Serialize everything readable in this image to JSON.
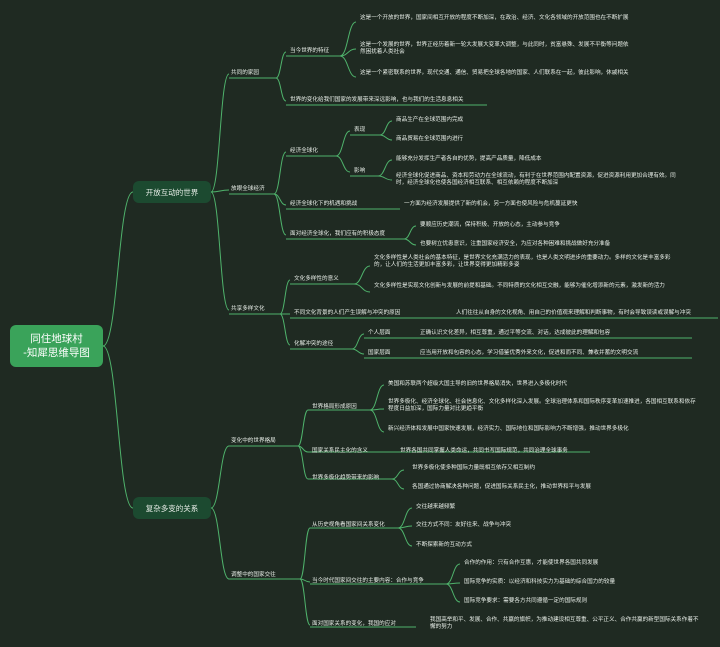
{
  "root": {
    "line1": "同住地球村",
    "line2": "-知犀思维导图"
  },
  "b1": {
    "label": "开放互动的世界",
    "s1": {
      "label": "共同的家园",
      "c1": {
        "label": "当今世界的特征",
        "items": [
          "这是一个开放的世界，国家间相互开放的程度不断加深，在政治、经济、文化各领域的开放范围也在不断扩展",
          "这是一个发展的世界，世界正经历着新一轮大发展大变革大调整，与此同时，贫富悬殊、发展不平衡等问题依然困扰着人类社会",
          "这是一个紧密联系的世界，现代交通、通信、贸易把全球各地的国家、人们联系在一起，彼此影响，休戚相关"
        ]
      },
      "c2": "世界的变化给我们国家的发展带来深远影响，也与我们的生活息息相关"
    },
    "s2": {
      "label": "放眼全球经济",
      "c1": {
        "label": "经济全球化",
        "g1": {
          "label": "表现",
          "items": [
            "商品生产在全球范围内完成",
            "商品贸易在全球范围内进行"
          ]
        },
        "g2": {
          "label": "影响",
          "items": [
            "能够充分发挥生产者各自的优势，提高产品质量，降低成本",
            "经济全球化促进商品、资本和劳动力在全球流动，有利于在世界范围内配置资源，促进资源利用更加合理有效。同时，经济全球化也使各国经济相互联系、相互依赖的程度不断加深"
          ]
        }
      },
      "c2": {
        "label": "经济全球化下的机遇和挑战",
        "item": "一方面为经济发展提供了新的机会，另一方面也使风险与危机蔓延更快"
      },
      "c3": {
        "label": "面对经济全球化，我们应有的积极态度",
        "items": [
          "要顺应历史潮流，保持积极、开放的心态，主动参与竞争",
          "也要树立忧患意识，注重国家经济安全，为应对各种困难和挑战做好充分准备"
        ]
      }
    },
    "s3": {
      "label": "共享多样文化",
      "c1": {
        "label": "文化多样性的意义",
        "items": [
          "文化多样性是人类社会的基本特征，是世界文化充满活力的表现，也是人类文明进步的重要动力。多样的文化是丰富多彩的，让人们的生活更加丰富多彩，让世界变得更加精彩多姿",
          "文化多样性是实现文化创新与发展的前提和基础。不同特质的文化相互交融，能够为催化增添新的元素，激发新的活力"
        ]
      },
      "c2": {
        "label": "不同文化背景的人们产生误解与冲突的原因",
        "item": "人们往往从自身的文化视角、用自己的价值观来理解和判断事物，有时会导致误读或误解与冲突"
      },
      "c3": {
        "label": "化解冲突的途径",
        "g1": {
          "label": "个人层面",
          "item": "正确认识文化差异，相互尊重，通过平等交流、对话，达成彼此的理解和包容"
        },
        "g2": {
          "label": "国家层面",
          "item": "应当用开放和包容的心态，学习借鉴优秀外来文化，促进和而不同、兼收并蓄的文明交流"
        }
      }
    }
  },
  "b2": {
    "label": "复杂多变的关系",
    "s1": {
      "label": "变化中的世界格局",
      "c1": {
        "label": "世界格局形成原因",
        "items": [
          "美国和苏联两个超级大国主导的旧的世界格局消失，世界进入多极化时代",
          "世界多极化、经济全球化、社会信息化、文化多样化深入发展。全球治理体系和国际秩序变革加速推进，各国相互联系和依存程度日益加深，国际力量对比更趋平衡",
          "新兴经济体和发展中国家快速发展，经济实力、国际地位和国际影响力不断增强，推动世界多极化"
        ]
      },
      "c2": {
        "label": "国家关系民主化的含义",
        "item": "世界各国共同掌握人类命运，共同书写国际规范，共同治理全球事务"
      },
      "c3": {
        "label": "世界多极化趋势带来的影响",
        "items": [
          "世界多极化使多种国际力量既相互依存又相互制约",
          "各国通过协商解决各种问题，促进国际关系民主化，推动世界和平与发展"
        ]
      }
    },
    "s2": {
      "label": "调整中的国家交往",
      "c1": {
        "label": "从历史视角看国家间关系变化",
        "items": [
          "交往越来越频繁",
          "交往方式不同：友好往来、战争与冲突",
          "不断探索新的互动方式"
        ]
      },
      "c2": {
        "label": "当今时代国家间交往的主要内容：合作与竞争",
        "items": [
          "合作的作用：只有合作互惠，才能使世界各国共同发展",
          "国际竞争的实质：以经济和科技实力为基础的综合国力的较量",
          "国际竞争要求：需要各方共同遵循一定的国际规则"
        ]
      },
      "c3": {
        "label": "面对国家关系的变化，我国的应对",
        "item": "我国高举和平、发展、合作、共赢的旗帜，为推动建设相互尊重、公平正义、合作共赢的新型国际关系作着不懈的努力"
      }
    }
  }
}
